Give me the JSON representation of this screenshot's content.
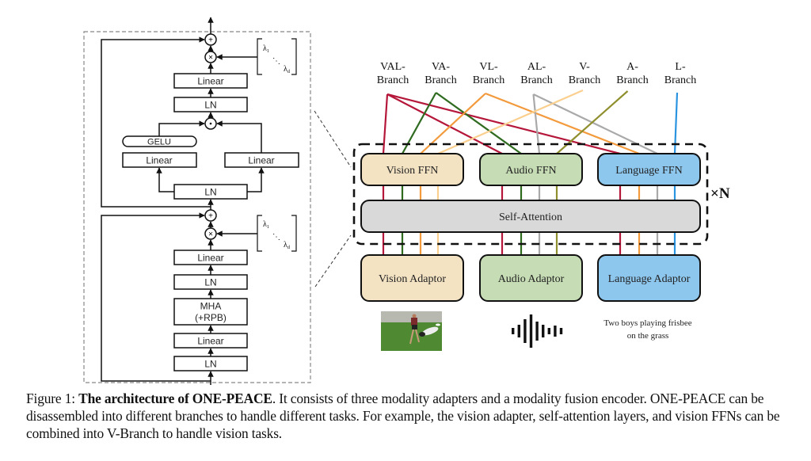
{
  "left_block": {
    "ffn_block": {
      "linear_top": "Linear",
      "ln_top": "LN",
      "gelu": "GELU",
      "linear_left": "Linear",
      "linear_right": "Linear",
      "ln_bottom": "LN",
      "plus_symbol": "+",
      "times_symbol": "×",
      "dot_symbol": "·",
      "lambda_first": "λ",
      "lambda_first_sub": "1",
      "lambda_last": "λ",
      "lambda_last_sub": "d",
      "dots": "⋱"
    },
    "attn_block": {
      "linear_top": "Linear",
      "ln_mid": "LN",
      "mha_line1": "MHA",
      "mha_line2": "(+RPB)",
      "linear_bottom": "Linear",
      "ln_bottom": "LN",
      "plus_symbol": "+",
      "times_symbol": "×",
      "lambda_first": "λ",
      "lambda_first_sub": "1",
      "lambda_last": "λ",
      "lambda_last_sub": "d",
      "dots": "⋱"
    }
  },
  "branches": [
    {
      "line1": "VAL-",
      "line2": "Branch",
      "color": "#b5173a",
      "targets": [
        "vision",
        "audio",
        "language"
      ]
    },
    {
      "line1": "VA-",
      "line2": "Branch",
      "color": "#2e6b1f",
      "targets": [
        "vision",
        "audio"
      ]
    },
    {
      "line1": "VL-",
      "line2": "Branch",
      "color": "#f39a3c",
      "targets": [
        "vision",
        "language"
      ]
    },
    {
      "line1": "AL-",
      "line2": "Branch",
      "color": "#a9a9a9",
      "targets": [
        "audio",
        "language"
      ]
    },
    {
      "line1": "V-",
      "line2": "Branch",
      "color": "#fbd08f",
      "targets": [
        "vision"
      ]
    },
    {
      "line1": "A-",
      "line2": "Branch",
      "color": "#8f8f2e",
      "targets": [
        "audio"
      ]
    },
    {
      "line1": "L-",
      "line2": "Branch",
      "color": "#2a94e0",
      "targets": [
        "language"
      ]
    }
  ],
  "encoder": {
    "ffns": [
      {
        "key": "vision",
        "label": "Vision FFN",
        "fill": "#f3e3c3"
      },
      {
        "key": "audio",
        "label": "Audio FFN",
        "fill": "#c6dcb4"
      },
      {
        "key": "language",
        "label": "Language FFN",
        "fill": "#8ec7ee"
      }
    ],
    "self_attention": "Self-Attention",
    "self_attention_fill": "#d9d9d9",
    "repeat_label": "×N"
  },
  "adaptors": [
    {
      "key": "vision",
      "label": "Vision Adaptor",
      "fill": "#f3e3c3"
    },
    {
      "key": "audio",
      "label": "Audio Adaptor",
      "fill": "#c6dcb4"
    },
    {
      "key": "language",
      "label": "Language Adaptor",
      "fill": "#8ec7ee"
    }
  ],
  "inputs": {
    "image_alt": "photo of two boys playing frisbee",
    "audio_icon": "waveform-icon",
    "text_line1": "Two boys playing frisbee",
    "text_line2": "on the grass"
  },
  "caption": {
    "prefix": "Figure 1: ",
    "title": "The architecture of ONE-PEACE",
    "body": ". It consists of three modality adapters and a modality fusion encoder. ONE-PEACE can be disassembled into different branches to handle different tasks. For example, the vision adapter, self-attention layers, and vision FFNs can be combined into V-Branch to handle vision tasks."
  }
}
